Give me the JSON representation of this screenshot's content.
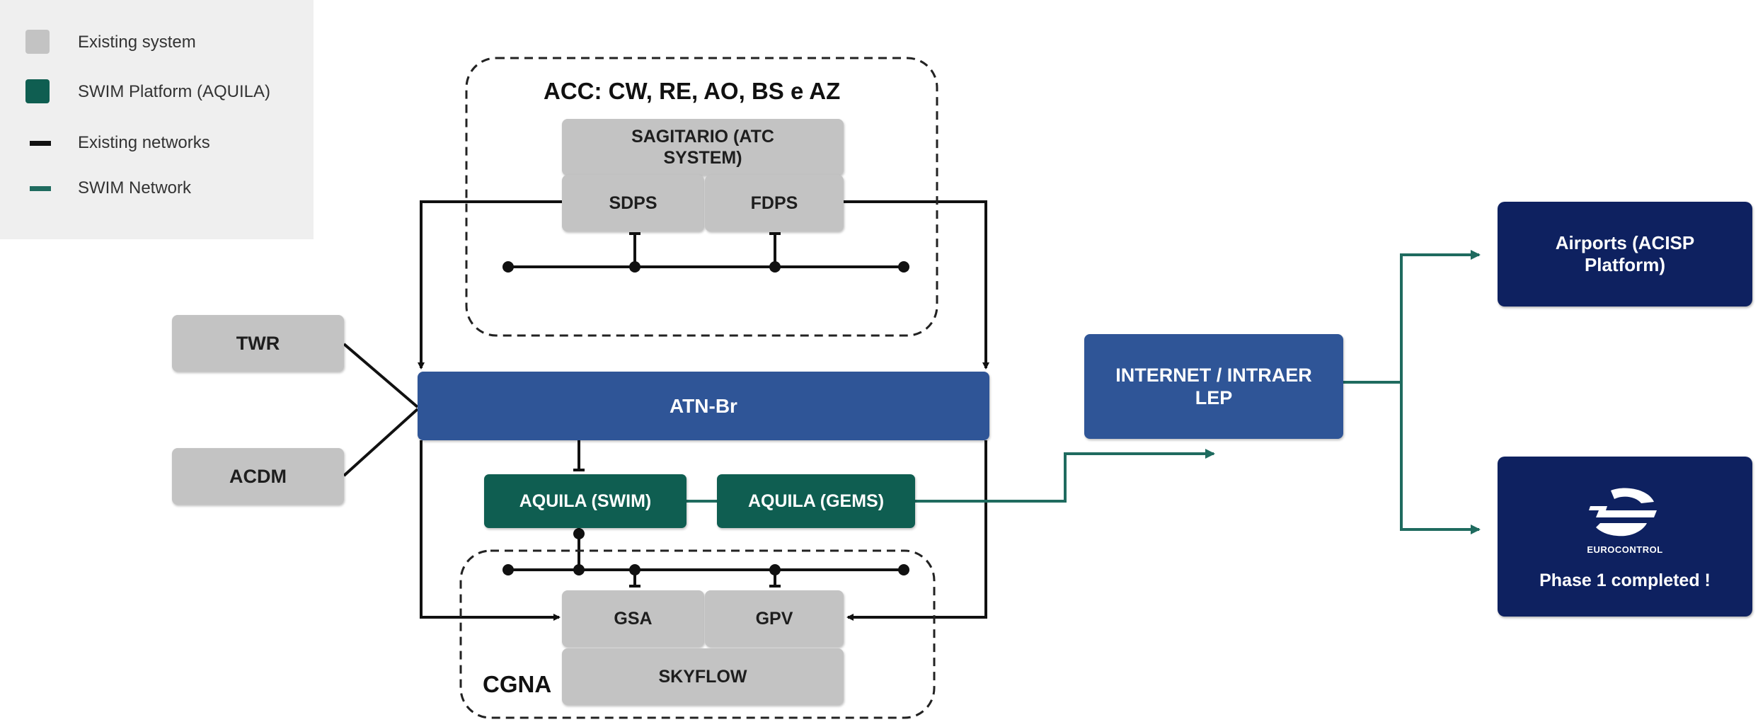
{
  "legend": {
    "items": [
      {
        "label": "Existing system",
        "swatch": "box",
        "color": "#c3c3c3"
      },
      {
        "label": "SWIM Platform (AQUILA)",
        "swatch": "box",
        "color": "#0f5e51"
      },
      {
        "label": "Existing networks",
        "swatch": "line",
        "color": "#111111"
      },
      {
        "label": "SWIM Network",
        "swatch": "line",
        "color": "#1f6b5f"
      }
    ]
  },
  "acc": {
    "title": "ACC: CW, RE, AO, BS e AZ",
    "sagitario": "SAGITARIO (ATC SYSTEM)",
    "sdps": "SDPS",
    "fdps": "FDPS"
  },
  "twr": "TWR",
  "acdm": "ACDM",
  "atn": "ATN-Br",
  "aquila_swim": "AQUILA (SWIM)",
  "aquila_gems": "AQUILA (GEMS)",
  "cgna": {
    "title": "CGNA",
    "gsa": "GSA",
    "gpv": "GPV",
    "skyflow": "SKYFLOW"
  },
  "internet": "INTERNET / INTRAER LEP",
  "airports": "Airports (ACISP Platform)",
  "eurocontrol": {
    "logo_text": "EUROCONTROL",
    "status": "Phase 1 completed !"
  },
  "colors": {
    "existing_system": "#c3c3c3",
    "swim_platform": "#0f5e51",
    "atn_network": "#2f5597",
    "external": "#0e2160",
    "existing_network_line": "#111111",
    "swim_network_line": "#1f6b5f"
  }
}
